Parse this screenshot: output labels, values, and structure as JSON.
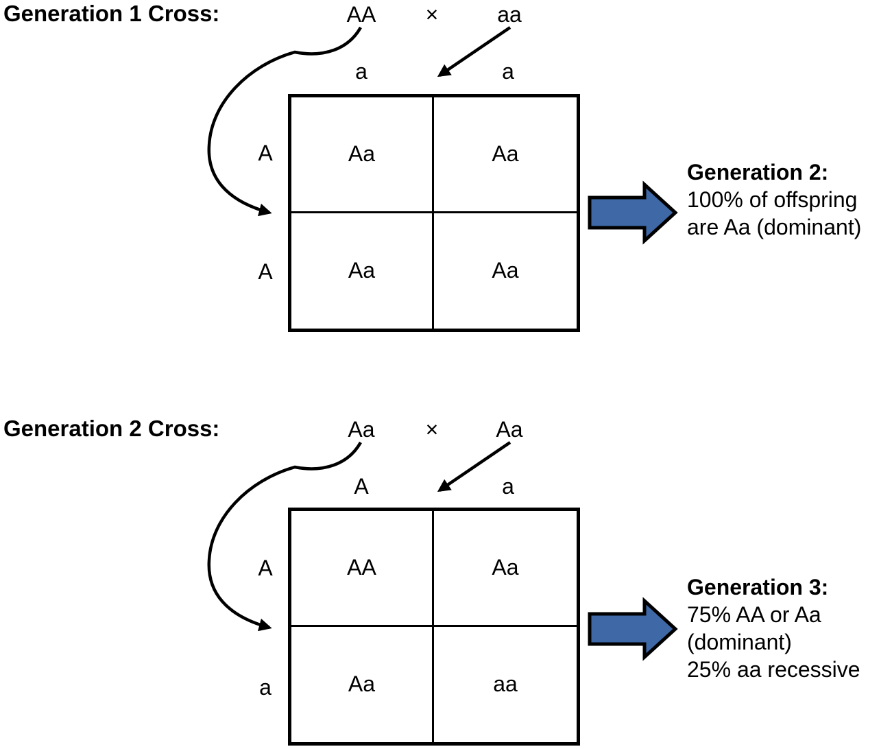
{
  "colors": {
    "background": "#FFFFFF",
    "text": "#000000",
    "line": "#000000",
    "block_arrow_fill": "#3E69A6",
    "block_arrow_stroke": "#000000"
  },
  "icons": {
    "curved_gamete_arrow": "s-curved-arrow",
    "straight_gamete_arrow": "diagonal-arrow",
    "block_arrow": "right-block-arrow"
  },
  "sections": [
    {
      "title": "Generation 1 Cross:",
      "parent1": "AA",
      "cross": "×",
      "parent2": "aa",
      "col_labels": [
        "a",
        "a"
      ],
      "row_labels": [
        "A",
        "A"
      ],
      "cells": [
        "Aa",
        "Aa",
        "Aa",
        "Aa"
      ],
      "result": {
        "title": "Generation 2:",
        "lines": [
          "100% of offspring",
          "are Aa (dominant)"
        ]
      }
    },
    {
      "title": "Generation 2 Cross:",
      "parent1": "Aa",
      "cross": "×",
      "parent2": "Aa",
      "col_labels": [
        "A",
        "a"
      ],
      "row_labels": [
        "A",
        "a"
      ],
      "cells": [
        "AA",
        "Aa",
        "Aa",
        "aa"
      ],
      "result": {
        "title": "Generation 3:",
        "lines": [
          "75% AA or Aa",
          "(dominant)",
          "25% aa recessive"
        ]
      }
    }
  ]
}
